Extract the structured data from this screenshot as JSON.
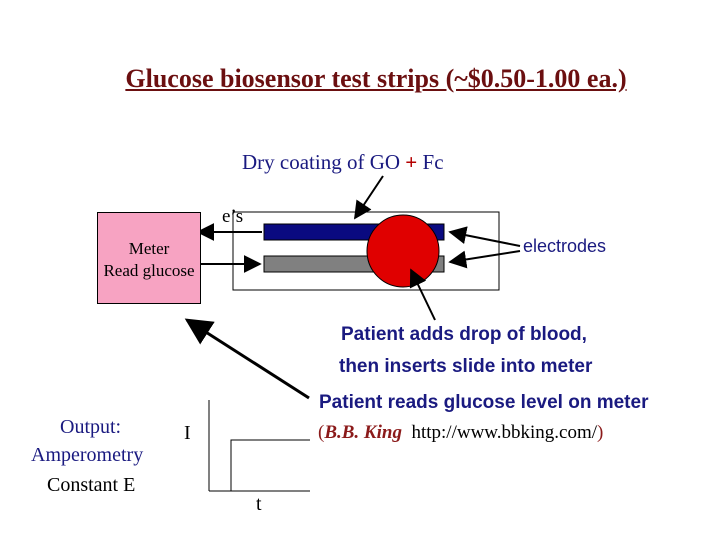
{
  "title": "Glucose biosensor test strips (~$0.50-1.00 ea.)",
  "coating": {
    "text": "Dry coating of GO ",
    "plus": "+",
    "tail": " Fc"
  },
  "electron_label": "e’s",
  "electrodes_label": "electrodes",
  "meter": {
    "line1": "Meter",
    "line2": "Read glucose"
  },
  "blood_caption": {
    "line1": "Patient adds drop of blood,",
    "line2": "then inserts slide into meter"
  },
  "reads_caption": {
    "line1": "Patient reads glucose level on meter",
    "open": "(",
    "name": "B.B. King",
    "url": "http://www.bbking.com/",
    "close": ")"
  },
  "output": {
    "line1": "Output:",
    "line2": "Amperometry",
    "line3": "Constant E"
  },
  "graph": {
    "y_label": "I",
    "x_label": "t"
  },
  "colors": {
    "title": "#6b0f10",
    "caption": "#1a1a80",
    "blood": "#e00000",
    "meter": "#f7a3c2",
    "electrode_top": "#0a0a80",
    "electrode_bottom": "#808080"
  }
}
